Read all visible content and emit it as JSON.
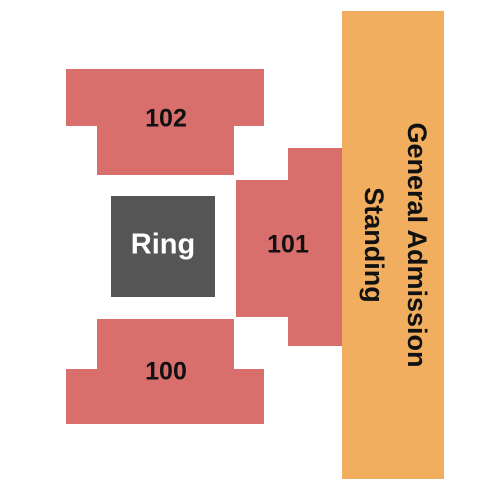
{
  "map": {
    "sections": [
      {
        "id": "102",
        "label": "102"
      },
      {
        "id": "101",
        "label": "101"
      },
      {
        "id": "100",
        "label": "100"
      }
    ],
    "ring": {
      "label": "Ring"
    },
    "general_admission": {
      "line1": "General Admission",
      "line2": "Standing"
    }
  },
  "colors": {
    "section_fill": "#D86F6D",
    "ring_fill": "#555555",
    "ga_fill": "#F2AE5F",
    "ring_text": "#FFFFFF",
    "label_text": "#111111"
  }
}
